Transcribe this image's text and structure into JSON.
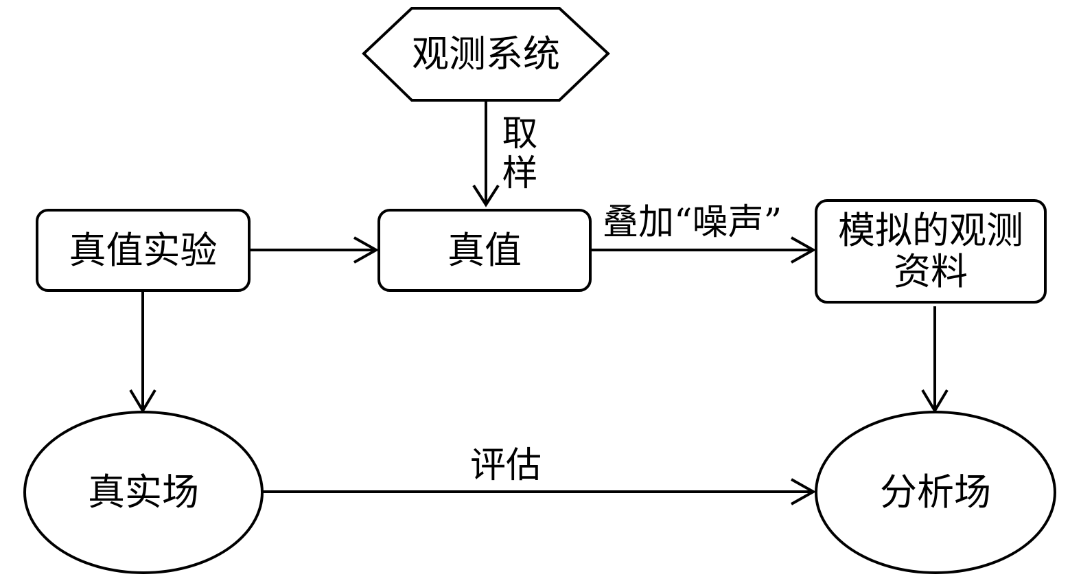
{
  "nodes": {
    "observation_system": "观测系统",
    "truth_experiment": "真值实验",
    "truth_value": "真值",
    "simulated_observation": "模拟的观测\n资料",
    "true_field": "真实场",
    "analysis_field": "分析场"
  },
  "edges": {
    "sampling": "取样",
    "add_noise": "叠加“噪声”",
    "evaluation": "评估"
  },
  "colors": {
    "stroke": "#000000",
    "background": "#ffffff"
  }
}
